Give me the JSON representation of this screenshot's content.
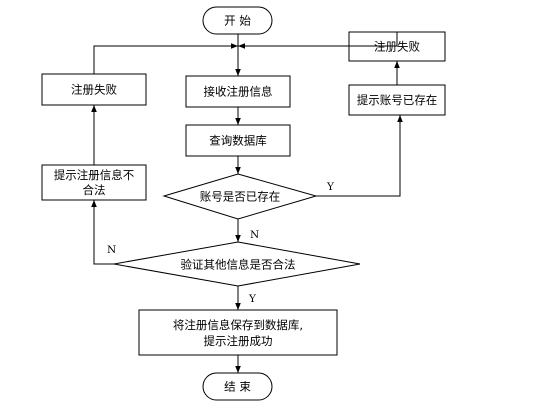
{
  "flowchart": {
    "start": "开  始",
    "end": "结  束",
    "receive": "接收注册信息",
    "query_db": "查询数据库",
    "check_account": "账号是否已存在",
    "validate_other": "验证其他信息是否合法",
    "save_line1": "将注册信息保存到数据库,",
    "save_line2": "提示注册成功",
    "account_exists": "提示账号已存在",
    "fail_right": "注册失败",
    "fail_left": "注册失败",
    "invalid_line1": "提示注册信息不",
    "invalid_line2": "合法",
    "yes_exists": "Y",
    "no_exists": "N",
    "no_valid": "N",
    "yes_valid": "Y"
  },
  "colors": {
    "stroke": "#000000",
    "fill": "#ffffff"
  }
}
